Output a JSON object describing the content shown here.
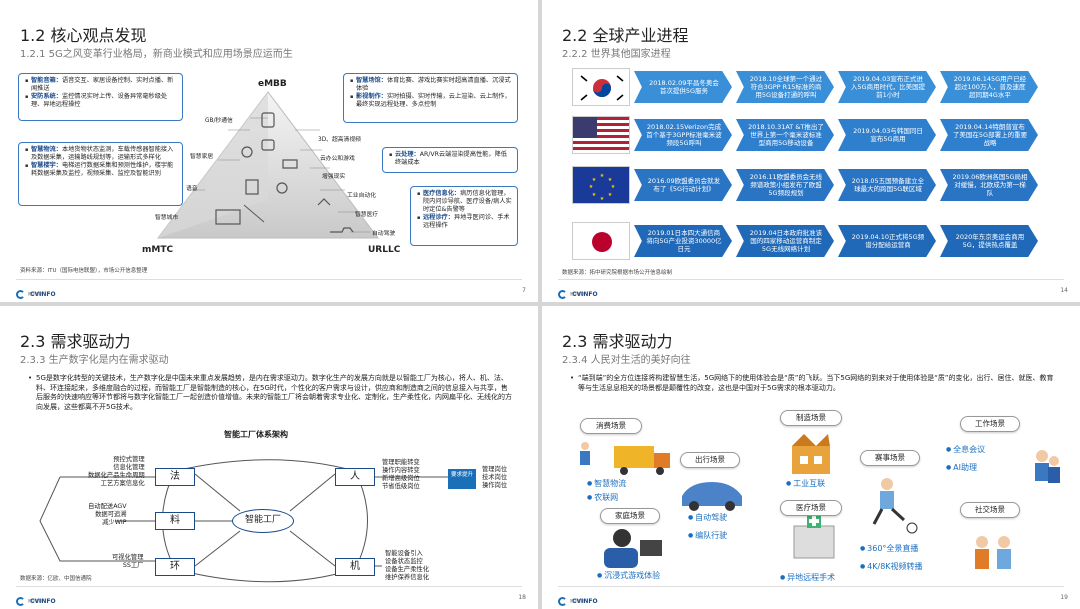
{
  "colors": {
    "accent": "#1a70b8",
    "timeline": "#3a8fd9",
    "dark_blue": "#1a4a8a"
  },
  "logo": {
    "text": "CVINFO",
    "sub": "拓中情报"
  },
  "slide1": {
    "title": "1.2 核心观点发现",
    "subtitle": "1.2.1 5G之风变革行业格局，新商业模式和应用场景应运而生",
    "corners": {
      "top": "eMBB",
      "left": "mMTC",
      "right": "URLLC"
    },
    "left_labels": [
      "GB/秒通信",
      "智慧家居",
      "语音",
      "智慧城市"
    ],
    "right_labels": [
      "3D、超高清视频",
      "云办公和游戏",
      "增强现实",
      "工业自动化",
      "智慧医疗",
      "自动驾驶"
    ],
    "box_topleft": [
      {
        "head": "智能音箱：",
        "text": "语音交互、家居设备控制、实时点播、新闻推送"
      },
      {
        "head": "安防系统：",
        "text": "监控情况实时上传、设备异常毫秒级处理、异地远程操控"
      }
    ],
    "box_topright": [
      {
        "head": "智慧场馆：",
        "text": "体育比赛、游戏比赛实时超高清直播、沉浸式体验"
      },
      {
        "head": "影视制作：",
        "text": "实时拍摄、实时传输，云上渲染、云上制作，最终实现远程处理、多点控制"
      }
    ],
    "box_midleft": [
      {
        "head": "智慧物流：",
        "text": "本地货物状态监测，车载传感器智能接入及数据采集，运输路线规划等，运输形式多样化"
      },
      {
        "head": "智慧楼宇：",
        "text": "电梯运行数据采集和预测性维护，楼宇能耗数据采集及监控，视频采集、监控及智能识别"
      }
    ],
    "box_midright": [
      {
        "head": "云处理：",
        "text": "AR/VR云端渲染提高性能，降低终端成本"
      }
    ],
    "box_bottomright": [
      {
        "head": "医疗信息化：",
        "text": "病历信息化管理，院内问诊导航、医疗设备/病人实时定位&告警等"
      },
      {
        "head": "远程诊疗：",
        "text": "异地寻医问诊、手术远程操作"
      }
    ],
    "source": "资料来源：ITU（国际电信联盟），市场公开信息整理",
    "page": "7"
  },
  "slide2": {
    "title": "2.2 全球产业进程",
    "subtitle": "2.2.2 世界其他国家进程",
    "rows": [
      {
        "flag": "korea-flag",
        "cells": [
          "2018.02.09平昌冬奥会首次提供5G服务",
          "2018.10全球第一个通过符合3GPP R15标准的商用5G设备打通的呼叫",
          "2019.04.03宣布正式进入5G商用时代，比美国提前1小时",
          "2019.06.145G用户已经超过100万人，普及速度超同期4G水平"
        ]
      },
      {
        "flag": "usa-flag",
        "cells": [
          "2018.02.15Verizon完成首个基于3GPP标准毫米波频段5G呼叫",
          "2018.10.31AT &T推出了世界上第一个毫米波标准型商用5G移动设备",
          "2019.04.03与韩国同日宣布5G商用",
          "2019.04.14特朗普宣布了美国在5G部署上的重要战略"
        ]
      },
      {
        "flag": "eu-flag",
        "cells": [
          "2016.09欧盟委员会就发布了《5G行动计划》",
          "2016.11欧盟委员会无线频谱政策小组发布了欧盟5G频段规划",
          "2018.05五国预备建立全球最大的跨国5G联区域",
          "2019.06欧洲各国5G局相对缓慢，北欧成为第一梯队"
        ]
      },
      {
        "flag": "japan-flag",
        "cells": [
          "2019.01日本四大通信商将向5G产业投资30000亿日元",
          "2019.04日本政府批准该国的四家移动运营商制定5G无线网络计划",
          "2019.04.10正式将5G频谱分配给运营商",
          "2020年东京奥运会商用5G，提供热点覆盖"
        ]
      }
    ],
    "source": "数据来源：拓中研究院根据市场公开信息绘制",
    "page": "14"
  },
  "slide3": {
    "title": "2.3 需求驱动力",
    "subtitle": "2.3.3 生产数字化是内在需求驱动",
    "paragraph": "5G是数字化转型的关键技术，生产数字化是中国未来重点发展趋势，是内在需求驱动力。数字化生产的发展方向就是以智能工厂为核心，将人、机、法、料、环连接起来，多维度融合的过程，而智能工厂是智能制造的核心，在5G时代，个性化的客户需求与设计，供应商和制造商之间的信息接入与共享，售后服务的快速响应等环节都将与数字化智能工厂一起创造价值增值。未来的智能工厂将会朝着需求专业化、定制化，生产柔性化，内网扁平化、无线化的方向发展，这些都离不开5G技术。",
    "diagram_title": "智能工厂体系架构",
    "center": "智能工厂",
    "factors": {
      "fa": "法",
      "liao": "料",
      "huan": "环",
      "ren": "人",
      "ji": "机"
    },
    "labels": {
      "fa": "预控式管理\n信息化管理\n数据化产品生命周期\n工艺方案信息化",
      "liao": "自动配送AGV\n数据可追溯\n减少WIP",
      "huan": "可视化管理\nSS工厂",
      "ren": "管理职能转变\n操作内容转变\n新增高级岗位\n节省低级岗位",
      "ren_badge": "要求提升",
      "ren_right": "管理岗位\n技术岗位\n操作岗位",
      "ji": "智能设备引入\n设备状态监控\n设备生产柔性化\n维护保养信息化"
    },
    "source": "数据来源：亿欧、中国信通院",
    "page": "18"
  },
  "slide4": {
    "title": "2.3 需求驱动力",
    "subtitle": "2.3.4 人民对生活的美好向往",
    "paragraph": "“端到端”的全方位连接将构建智慧生活，5G网络下的使用体验会是“质”的飞跃。当下5G网络的到来对于使用体验是“质”的变化，出行、居住、就医、教育等与生活息息相关的场景都是颠覆性的改变，这也是中国对于5G需求的根本驱动力。",
    "scenes": {
      "consume": {
        "label": "消费场景",
        "items": [
          "智慧物流",
          "农联网"
        ]
      },
      "travel": {
        "label": "出行场景",
        "items": [
          "自动驾驶",
          "编队行驶"
        ]
      },
      "home": {
        "label": "家庭场景",
        "items": [
          "沉浸式游戏体验"
        ]
      },
      "manufacture": {
        "label": "制造场景",
        "items": [
          "工业互联"
        ]
      },
      "medical": {
        "label": "医疗场景",
        "items": [
          "异地远程手术"
        ]
      },
      "match": {
        "label": "赛事场景",
        "items": [
          "360°全景直播",
          "4K/8K视频转播"
        ]
      },
      "work": {
        "label": "工作场景",
        "items": [
          "全息会议",
          "AI助理"
        ]
      },
      "social": {
        "label": "社交场景",
        "items": []
      }
    },
    "page": "19"
  }
}
